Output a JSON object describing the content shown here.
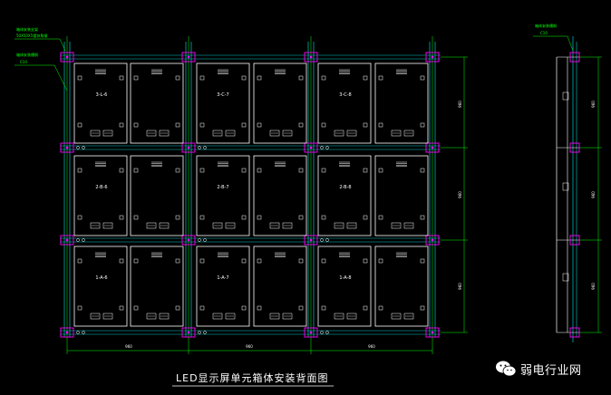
{
  "drawing": {
    "title": "LED显示屏单元箱体安装背面图",
    "left_callout_1": [
      "箱体安装支架",
      "50X50X5镀锌角钢"
    ],
    "left_callout_2": [
      "箱体安装槽钢",
      "C10"
    ],
    "right_callout": [
      "箱体安装槽钢",
      "C10"
    ],
    "module_labels": {
      "row1": [
        "3-L-6",
        "3-C-7",
        "3-C-8"
      ],
      "row2": [
        "2-B-6",
        "2-B-7",
        "2-B-8"
      ],
      "row3": [
        "1-A-6",
        "1-A-7",
        "1-A-8"
      ]
    },
    "bottom_dims": [
      "960",
      "960",
      "960"
    ],
    "right_dims": [
      "960",
      "960",
      "960"
    ],
    "colors": {
      "line": "#ffffff",
      "structure": "#00c8c8",
      "dimension": "#00ff00",
      "bracket": "#ff00ff"
    }
  },
  "watermark": {
    "text": "弱电行业网",
    "icon": "wechat-icon"
  }
}
